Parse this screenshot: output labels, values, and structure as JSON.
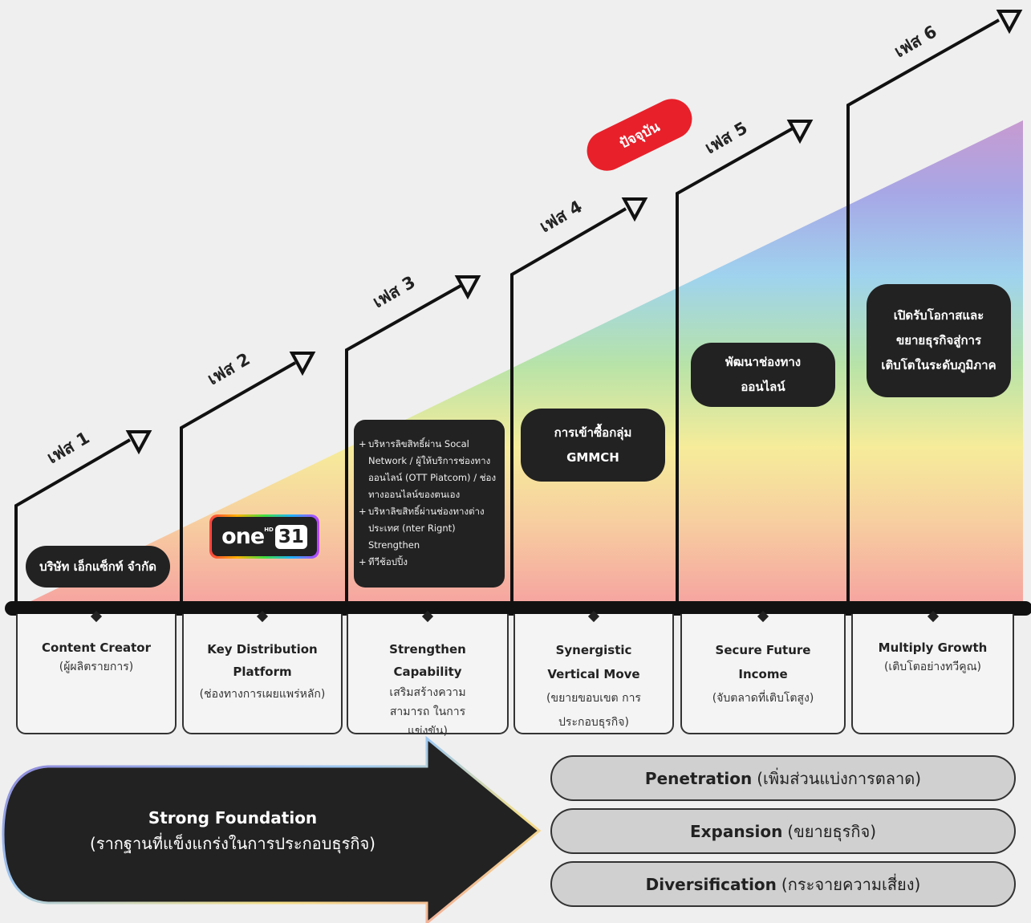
{
  "phases": [
    {
      "label": "เฟส 1"
    },
    {
      "label": "เฟส 2"
    },
    {
      "label": "เฟส 3"
    },
    {
      "label": "เฟส 4"
    },
    {
      "label": "เฟส 5"
    },
    {
      "label": "เฟส 6"
    }
  ],
  "current_badge": "ปัจจุบัน",
  "phase1_pill": "บริษัท เอ็กแซ็กท์ จำกัด",
  "logo": {
    "text": "one",
    "hd": "HD",
    "number": "31"
  },
  "phase3_details": [
    "บริหารลิขสิทธิ์ผ่าน Socal Network / ผู้ให้บริการช่องทางออนไลน์ (OTT Piatcom) / ช่องทางออนไลน์ของตนเอง",
    "บริหาลิขสิทธิ์ผ่านช่องทางต่างประเทศ (nter Rignt) Strengthen",
    "ทีวีช้อปปิ้ง"
  ],
  "phase4_pill": {
    "line1": "การเข้าซื้อกลุ่ม",
    "line2": "GMMCH"
  },
  "phase5_pill": {
    "line1": "พัฒนาช่องทาง",
    "line2": "ออนไลน์"
  },
  "phase6_pill": {
    "line1": "เปิดรับโอกาสและ",
    "line2": "ขยายธุรกิจสู่การ",
    "line3": "เติบโตในระดับภูมิภาค"
  },
  "boxes": [
    {
      "title": "Content Creator",
      "sub": "(ผู้ผลิตรายการ)"
    },
    {
      "title": "Key Distribution Platform",
      "sub": "(ช่องทางการเผยแพร่หลัก)"
    },
    {
      "title": "Strengthen Capability",
      "sub": "เสริมสร้างความสามารถ ในการแข่งขัน)"
    },
    {
      "title": "Synergistic Vertical Move",
      "sub": "(ขยายขอบเขต การประกอบธุรกิจ)"
    },
    {
      "title": "Secure Future Income",
      "sub": "(จับตลาดที่เติบโตสูง)"
    },
    {
      "title": "Multiply Growth",
      "sub": "(เติบโตอย่างทวีคูณ)"
    }
  ],
  "foundation": {
    "title": "Strong Foundation",
    "sub": "(รากฐานที่แข็งแกร่งในการประกอบธุรกิจ)"
  },
  "strategies": [
    {
      "name": "Penetration",
      "desc": "(เพิ่มส่วนแบ่งการตลาด)"
    },
    {
      "name": "Expansion",
      "desc": "(ขยายธุรกิจ)"
    },
    {
      "name": "Diversification",
      "desc": "(กระจายความเสี่ยง)"
    }
  ]
}
